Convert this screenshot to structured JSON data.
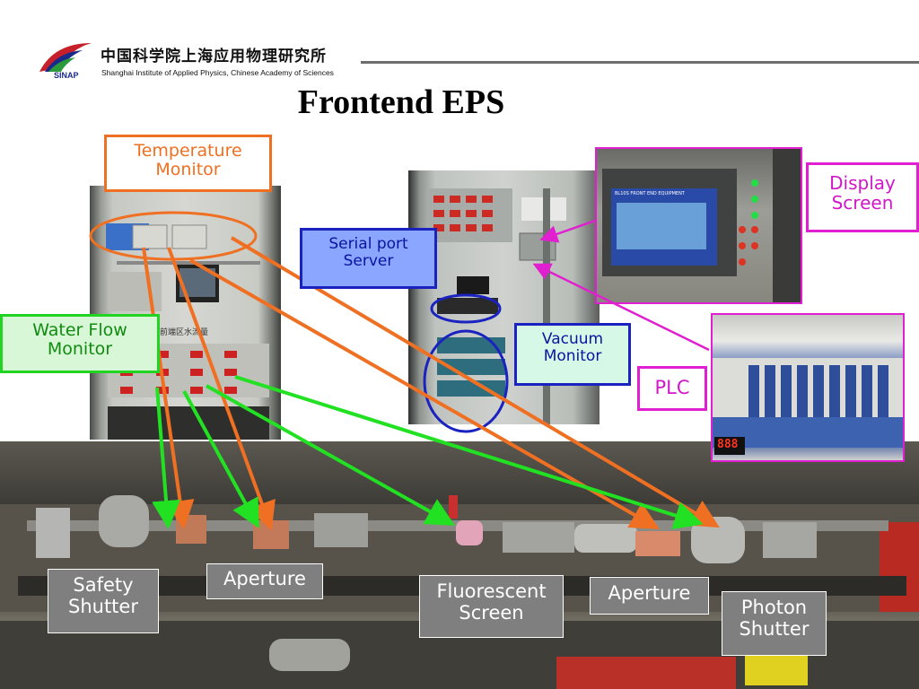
{
  "header": {
    "institute_cn": "中国科学院上海应用物理研究所",
    "institute_en": "Shanghai Institute of Applied Physics, Chinese Academy of Sciences",
    "logo_abbr": "SINAP"
  },
  "title": "Frontend EPS",
  "labels": {
    "temperature_monitor": [
      "Temperature",
      "Monitor"
    ],
    "water_flow_monitor": [
      "Water Flow",
      "Monitor"
    ],
    "serial_port_server": [
      "Serial port",
      "Server"
    ],
    "vacuum_monitor": [
      "Vacuum",
      "Monitor"
    ],
    "display_screen": [
      "Display",
      "Screen"
    ],
    "plc": "PLC",
    "safety_shutter": [
      "Safety",
      "Shutter"
    ],
    "aperture_1": "Aperture",
    "fluorescent_screen": [
      "Fluorescent",
      "Screen"
    ],
    "aperture_2": "Aperture",
    "photon_shutter": [
      "Photon",
      "Shutter"
    ]
  },
  "photo_text": {
    "panel_text": "前端区水流量",
    "hmi_header": "BL10S FRONT END EQUIPMENT",
    "plc_readout": "888"
  },
  "colors": {
    "orange": "#ef7022",
    "green": "#22e022",
    "blue": "#1a22bf",
    "magenta": "#e020d0",
    "gray_label": "#7f7f7f"
  }
}
